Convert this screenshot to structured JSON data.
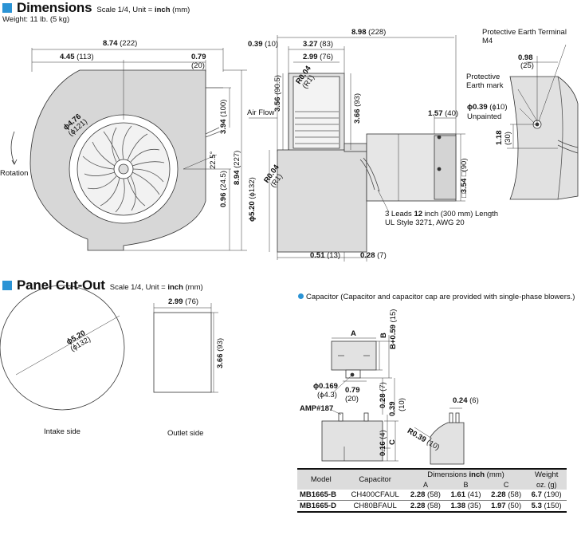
{
  "dimensions": {
    "title": "Dimensions",
    "scale": "Scale 1/4, Unit = ",
    "unit": "inch",
    "unit_mm": " (mm)",
    "weight": "Weight: 11 lb. (5 kg)",
    "front": {
      "w_total": "8.74",
      "w_total_mm": " (222)",
      "w_left": "4.45",
      "w_left_mm": " (113)",
      "w_outlet": "0.79",
      "w_outlet_mm": "(20)",
      "dia": "ϕ4.76",
      "dia_mm": "(ϕ121)",
      "h_outlet": "3.94",
      "h_outlet_mm": " (100)",
      "h_total": "8.94",
      "h_total_mm": " (227)",
      "h_low": "0.96",
      "h_low_mm": " (24.5)",
      "angle": "22.5°",
      "rotation": "Rotation"
    },
    "side": {
      "w_top": "8.98",
      "w_top_mm": " (228)",
      "w_a": "0.39",
      "w_a_mm": " (10)",
      "w_b": "3.27",
      "w_b_mm": " (83)",
      "w_c": "2.99",
      "w_c_mm": " (76)",
      "h_a": "3.56",
      "h_a_mm": " (90.5)",
      "r_a": "R0.04",
      "r_a_mm": "(R1)",
      "h_b": "3.66",
      "h_b_mm": " (93)",
      "air": "Air Flow",
      "d_a": "ϕ5.20",
      "d_a_mm": " (ϕ132)",
      "r_b": "R0.04",
      "r_b_mm": "(R1)",
      "w_motor": "1.57",
      "w_motor_mm": " (40)",
      "sq_motor": "□3.54",
      "sq_motor_mm": " □(90)",
      "leads1": "3 Leads ",
      "leads_len": "12",
      "leads2": " inch (300 mm) Length",
      "leads_ul": "UL Style 3271,  AWG 20",
      "w_bot_a": "0.51",
      "w_bot_a_mm": " (13)",
      "w_bot_b": "0.28",
      "w_bot_b_mm": " (7)"
    },
    "detail": {
      "terminal": "Protective Earth Terminal",
      "terminal_m": "M4",
      "w": "0.98",
      "w_mm": "(25)",
      "mark1": "Protective",
      "mark2": "Earth mark",
      "hole": "ϕ0.39",
      "hole_mm": " (ϕ10)",
      "unpainted": "Unpainted",
      "h": "1.18",
      "h_mm": "(30)"
    }
  },
  "panel": {
    "title": "Panel Cut-Out",
    "scale": "Scale 1/4, Unit = ",
    "unit": "inch",
    "unit_mm": " (mm)",
    "dia": "ϕ5.20",
    "dia_mm": "(ϕ132)",
    "w": "2.99",
    "w_mm": " (76)",
    "h": "3.66",
    "h_mm": " (93)",
    "intake": "Intake side",
    "outlet": "Outlet side"
  },
  "capacitor": {
    "note": "Capacitor (Capacitor and capacitor cap are provided with single-phase blowers.)",
    "a": "A",
    "b": "B",
    "b_plus": "B+0.59",
    "b_plus_mm": " (15)",
    "hole": "ϕ0.169",
    "hole_mm": "(ϕ4.3)",
    "gap": "0.79",
    "gap_mm": "(20)",
    "d_a": "0.28",
    "d_a_mm": " (7)",
    "d_b": "0.39",
    "d_b_mm": "(10)",
    "amp": "AMP#187",
    "c": "C",
    "d_c": "0.16",
    "d_c_mm": " (4)",
    "tab": "0.24",
    "tab_mm": " (6)",
    "r": "R0.39",
    "r_mm": " (10)"
  },
  "table": {
    "headers": {
      "model": "Model",
      "capacitor": "Capacitor",
      "dims": "Dimensions ",
      "dims_unit": "inch",
      "dims_mm": " (mm)",
      "a": "A",
      "b": "B",
      "c": "C",
      "weight": "Weight",
      "weight_unit": "oz. (g)"
    },
    "rows": [
      {
        "model": "MB1665-B",
        "capacitor": "CH400CFAUL",
        "a": "2.28",
        "a_mm": " (58)",
        "b": "1.61",
        "b_mm": " (41)",
        "c": "2.28",
        "c_mm": " (58)",
        "w": "6.7",
        "w_mm": " (190)"
      },
      {
        "model": "MB1665-D",
        "capacitor": "CH80BFAUL",
        "a": "2.28",
        "a_mm": " (58)",
        "b": "1.38",
        "b_mm": " (35)",
        "c": "1.97",
        "c_mm": " (50)",
        "w": "5.3",
        "w_mm": " (150)"
      }
    ]
  }
}
